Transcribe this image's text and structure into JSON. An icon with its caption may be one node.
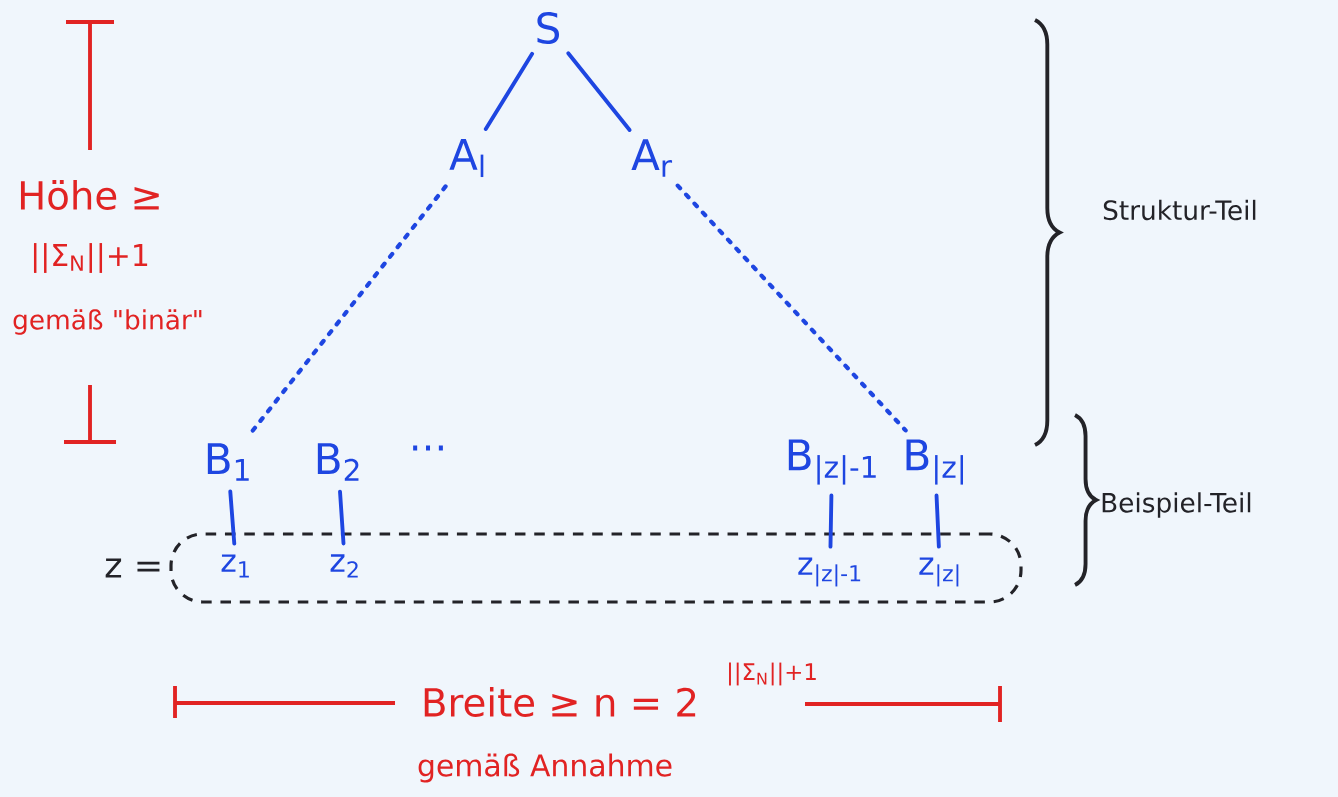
{
  "diagram": {
    "nodes": [
      {
        "text": [
          "S"
        ]
      },
      {
        "text": [
          "A$_{l}$"
        ]
      },
      {
        "text": [
          "A$_{r}$"
        ]
      },
      {
        "text": [
          "B$_{1}$"
        ]
      },
      {
        "text": [
          "B$_{2}$"
        ]
      },
      {
        "text": [
          "B$_{|z|-1}$"
        ]
      },
      {
        "text": [
          "B$_{|z|}$"
        ]
      },
      {
        "text": [],
        "shape": "ellipse",
        "beside": [
          "z ="
        ]
      },
      {
        "text": [
          "z$_{1}$"
        ],
        "in": 7
      },
      {
        "text": [
          "z$_{2}$"
        ],
        "in": 7
      },
      {
        "text": [
          "z$_{|z|-1}$"
        ],
        "in": 7
      },
      {
        "text": [
          "z$_{|z|}$"
        ],
        "in": 7
      }
    ],
    "edges": [
      {
        "from": 0,
        "to": 1,
        "arrow": "none"
      },
      {
        "from": 0,
        "to": 2,
        "arrow": "none"
      },
      {
        "from": 1,
        "to": 3,
        "arrow": "none",
        "style": "dashed"
      },
      {
        "from": 2,
        "to": 6,
        "arrow": "none",
        "style": "dashed"
      },
      {
        "from": 3,
        "to": 8,
        "arrow": "none"
      },
      {
        "from": 4,
        "to": 9,
        "arrow": "none"
      },
      {
        "from": 5,
        "to": 10,
        "arrow": "none"
      },
      {
        "from": 6,
        "to": 11,
        "arrow": "none"
      }
    ],
    "labels": [
      "Höhe ≥",
      "||Σ$_{N}$||+1",
      "gemäß \"binär\"",
      "…",
      "Struktur-Teil",
      "Beispiel-Teil",
      "Breite ≥ n = 2",
      "||Σ$_{N}$||+1",
      "gemäß Annahme"
    ]
  }
}
